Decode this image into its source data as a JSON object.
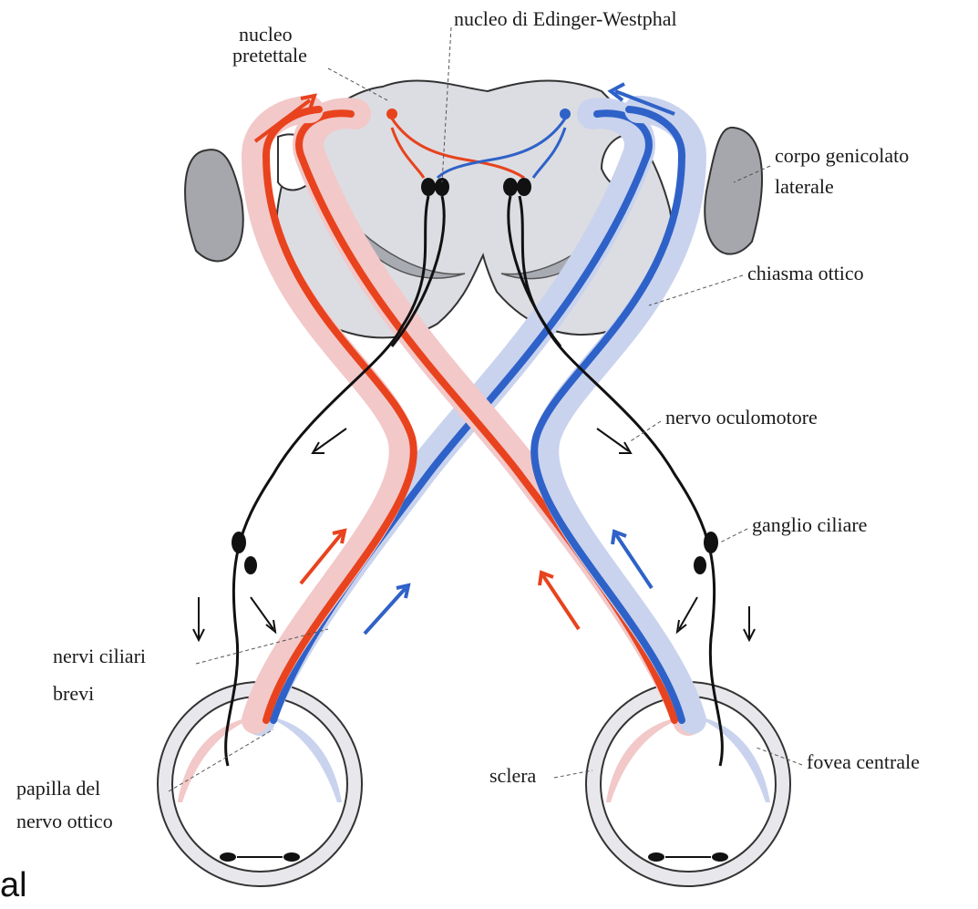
{
  "labels": {
    "nucleo_pretettale_1": "nucleo",
    "nucleo_pretettale_2": "pretettale",
    "edinger_westphal": "nucleo di Edinger-Westphal",
    "corpo_genicolato_1": "corpo genicolato",
    "corpo_genicolato_2": "laterale",
    "chiasma_ottico": "chiasma ottico",
    "nervo_oculomotore": "nervo oculomotore",
    "ganglio_ciliare": "ganglio ciliare",
    "nervi_ciliari_1": "nervi ciliari",
    "nervi_ciliari_2": "brevi",
    "papilla_1": "papilla del",
    "papilla_2": "nervo ottico",
    "sclera": "sclera",
    "fovea_centrale": "fovea centrale"
  },
  "stray_text": "al",
  "colors": {
    "red_path": "#e8431e",
    "blue_path": "#2f62c8",
    "pink_band": "#f2c8c8",
    "lightblue_band": "#c9d3ee",
    "brainstem": "#dcdde2",
    "nucleus_dark": "#a9abb3",
    "lgn": "#a6a7ad",
    "outline": "#1a1a1a"
  }
}
